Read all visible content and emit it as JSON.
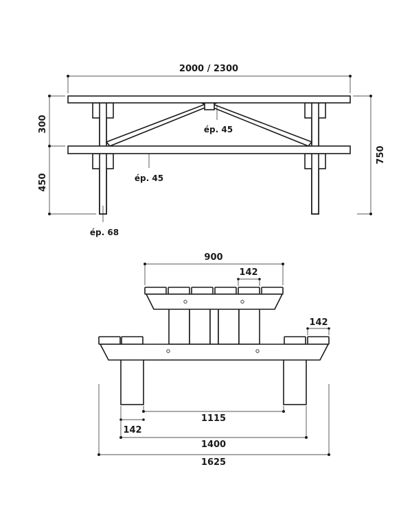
{
  "side_view": {
    "length": "2000 / 2300",
    "top_height": "300",
    "seat_height": "450",
    "total_height": "750",
    "brace_thickness": "ép. 45",
    "seat_thickness": "ép. 45",
    "leg_thickness": "ép. 68"
  },
  "end_view": {
    "table_width": "900",
    "table_board": "142",
    "seat_board": "142",
    "leg_spacing": "1115",
    "leg_width": "142",
    "seat_span": "1400",
    "overall_width": "1625"
  }
}
